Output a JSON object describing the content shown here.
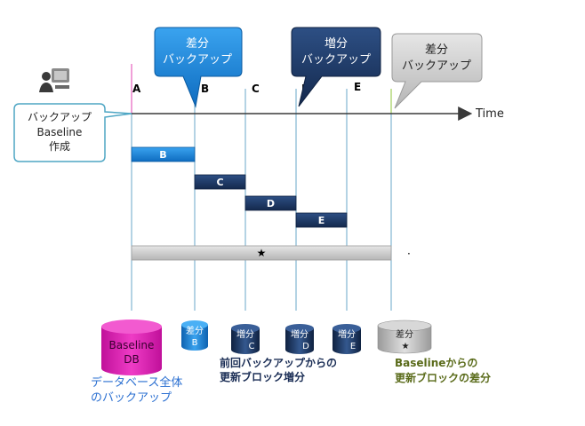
{
  "axis": {
    "label": "Time"
  },
  "points": [
    "A",
    "B",
    "C",
    "D",
    "E"
  ],
  "callouts": {
    "diff_left": [
      "差分",
      "バックアップ"
    ],
    "incremental": [
      "増分",
      "バックアップ"
    ],
    "diff_right": [
      "差分",
      "バックアップ"
    ],
    "baseline": [
      "バックアップ",
      "Baseline",
      "作成"
    ]
  },
  "bars": {
    "b": "B",
    "c": "C",
    "d": "D",
    "e": "E",
    "star": "★"
  },
  "dot": "·",
  "databases": {
    "baseline": [
      "Baseline",
      "DB"
    ],
    "diff_b": [
      "差分",
      "B"
    ],
    "inc_c": [
      "増分",
      "C"
    ],
    "inc_d": [
      "増分",
      "D"
    ],
    "inc_e": [
      "増分",
      "E"
    ],
    "diff_star": [
      "差分",
      "★"
    ]
  },
  "captions": {
    "full": [
      "データベース全体",
      "のバックアップ"
    ],
    "incremental": [
      "前回バックアップからの",
      "更新ブロック増分"
    ],
    "differential": [
      "Baselineからの",
      "更新ブロックの差分"
    ]
  },
  "colors": {
    "light_blue": "#1f86d6",
    "dark_blue": "#1a3660",
    "gray": "#c8c8c8",
    "magenta": "#e020b0",
    "olive": "#5a6b1a",
    "blue_caption": "#2a6fd1"
  }
}
